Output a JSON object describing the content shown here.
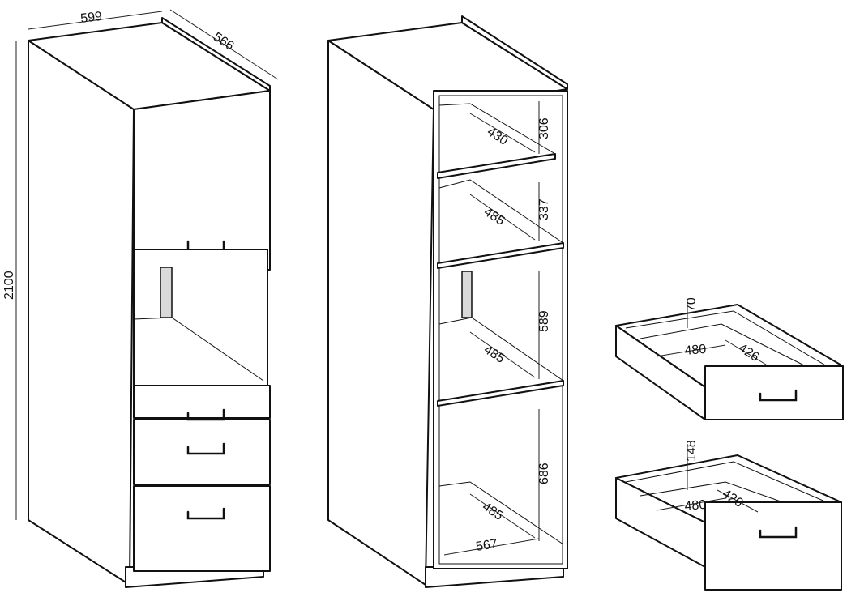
{
  "cabinet_assembled": {
    "width": "599",
    "depth": "566",
    "height": "2100"
  },
  "cabinet_open": {
    "shelf1_height": "306",
    "shelf1_depth": "430",
    "shelf2_height": "337",
    "shelf2_depth": "485",
    "oven_height": "589",
    "oven_depth": "485",
    "bottom_height": "686",
    "bottom_depth": "485",
    "inner_width": "567"
  },
  "drawer_small": {
    "height": "70",
    "width": "480",
    "depth": "426"
  },
  "drawer_large": {
    "height": "148",
    "width": "480",
    "depth": "426"
  }
}
